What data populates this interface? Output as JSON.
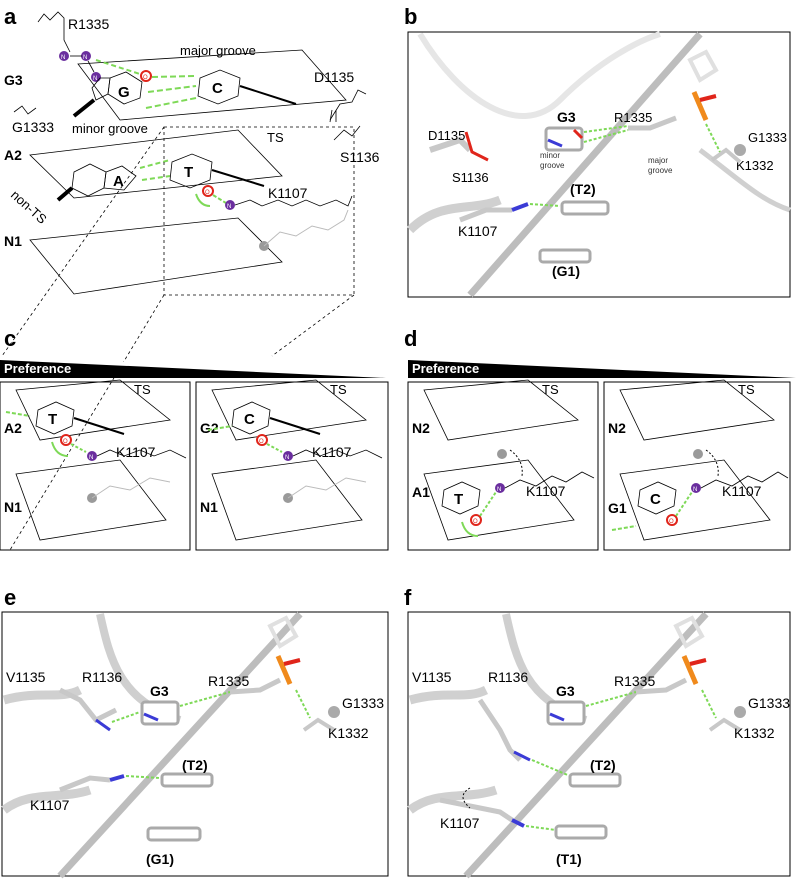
{
  "panels": {
    "a": {
      "label": "a",
      "rows": [
        "G3",
        "A2",
        "N1"
      ],
      "residues": [
        "R1335",
        "D1135",
        "G1333",
        "S1136",
        "K1107"
      ],
      "grooves": [
        "major groove",
        "minor groove"
      ],
      "strands": [
        "TS",
        "non-TS"
      ],
      "bases": [
        "G",
        "C",
        "A",
        "T"
      ],
      "atom_n": "N",
      "atom_o": "O"
    },
    "b": {
      "label": "b",
      "residues": [
        "D1135",
        "G3",
        "R1335",
        "G1333",
        "S1136",
        "K1332",
        "K1107"
      ],
      "grooves": [
        "minor\ngroove",
        "major\ngroove"
      ],
      "nucleotides": [
        "(T2)",
        "(G1)"
      ]
    },
    "c": {
      "label": "c",
      "preference": "Preference",
      "left": {
        "rows": [
          "A2",
          "N1"
        ],
        "base": "T",
        "strand": "TS",
        "residue": "K1107"
      },
      "right": {
        "rows": [
          "G2",
          "N1"
        ],
        "base": "C",
        "strand": "TS",
        "residue": "K1107"
      }
    },
    "d": {
      "label": "d",
      "preference": "Preference",
      "left": {
        "rows": [
          "N2",
          "A1"
        ],
        "base": "T",
        "strand": "TS",
        "residue": "K1107"
      },
      "right": {
        "rows": [
          "N2",
          "G1"
        ],
        "base": "C",
        "strand": "TS",
        "residue": "K1107"
      }
    },
    "e": {
      "label": "e",
      "residues": [
        "V1135",
        "R1136",
        "G3",
        "R1335",
        "G1333",
        "K1332",
        "K1107"
      ],
      "nucleotides": [
        "(T2)",
        "(G1)"
      ]
    },
    "f": {
      "label": "f",
      "residues": [
        "V1135",
        "R1136",
        "G3",
        "R1335",
        "G1333",
        "K1332",
        "K1107"
      ],
      "nucleotides": [
        "(T2)",
        "(T1)"
      ]
    }
  },
  "colors": {
    "hbond": "#7ed957",
    "oxygen": "#e0251b",
    "nitrogen": "#6a2e9e",
    "protein": "#bdbdbd",
    "phosphorus": "#f08a1c",
    "stick_n": "#3b3bd6"
  }
}
